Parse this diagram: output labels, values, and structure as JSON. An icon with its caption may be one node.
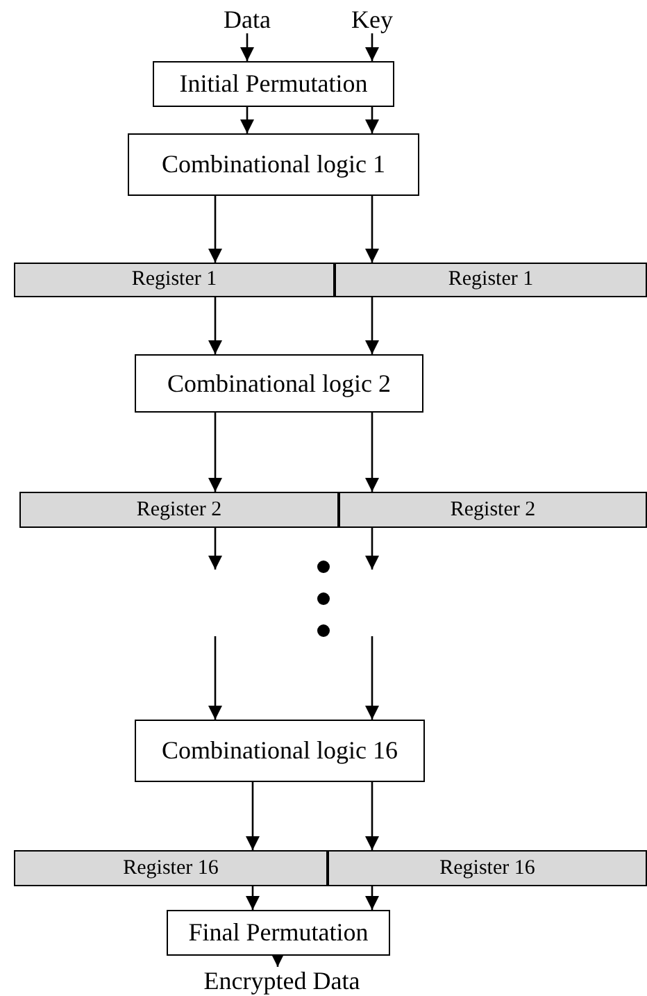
{
  "diagram": {
    "nodes": [
      {
        "text": [
          "Data"
        ]
      },
      {
        "text": [
          "Key"
        ]
      },
      {
        "text": [
          "Initial Permutation"
        ]
      },
      {
        "text": [
          "Combinational logic 1"
        ]
      },
      {
        "text": [
          "Register 1"
        ]
      },
      {
        "text": [
          "Register 1"
        ]
      },
      {
        "text": [
          "Combinational logic 2"
        ]
      },
      {
        "text": [
          "Register 2"
        ]
      },
      {
        "text": [
          "Register 2"
        ]
      },
      {
        "text": [
          "Combinational logic 16"
        ]
      },
      {
        "text": [
          "Register 16"
        ]
      },
      {
        "text": [
          "Register 16"
        ]
      },
      {
        "text": [
          "Final Permutation"
        ]
      },
      {
        "text": [
          "Encrypted Data"
        ]
      }
    ],
    "edges": [
      {
        "from": 0,
        "to": 2,
        "arrow": "to"
      },
      {
        "from": 1,
        "to": 2,
        "arrow": "to"
      },
      {
        "from": 2,
        "to": 3,
        "arrow": "to"
      },
      {
        "from": 2,
        "to": 3,
        "arrow": "to"
      },
      {
        "from": 3,
        "to": 4,
        "arrow": "to"
      },
      {
        "from": 3,
        "to": 5,
        "arrow": "to"
      },
      {
        "from": 4,
        "to": 6,
        "arrow": "to"
      },
      {
        "from": 5,
        "to": 6,
        "arrow": "to"
      },
      {
        "from": 6,
        "to": 7,
        "arrow": "to"
      },
      {
        "from": 6,
        "to": 8,
        "arrow": "to"
      },
      {
        "from": 7,
        "to": null,
        "arrow": "to"
      },
      {
        "from": 8,
        "to": null,
        "arrow": "to"
      },
      {
        "from": null,
        "to": 9,
        "arrow": "to"
      },
      {
        "from": null,
        "to": 9,
        "arrow": "to"
      },
      {
        "from": 9,
        "to": 10,
        "arrow": "to"
      },
      {
        "from": 9,
        "to": 11,
        "arrow": "to"
      },
      {
        "from": 10,
        "to": 12,
        "arrow": "to"
      },
      {
        "from": 11,
        "to": 12,
        "arrow": "to"
      },
      {
        "from": 12,
        "to": 13,
        "arrow": "to"
      }
    ]
  }
}
